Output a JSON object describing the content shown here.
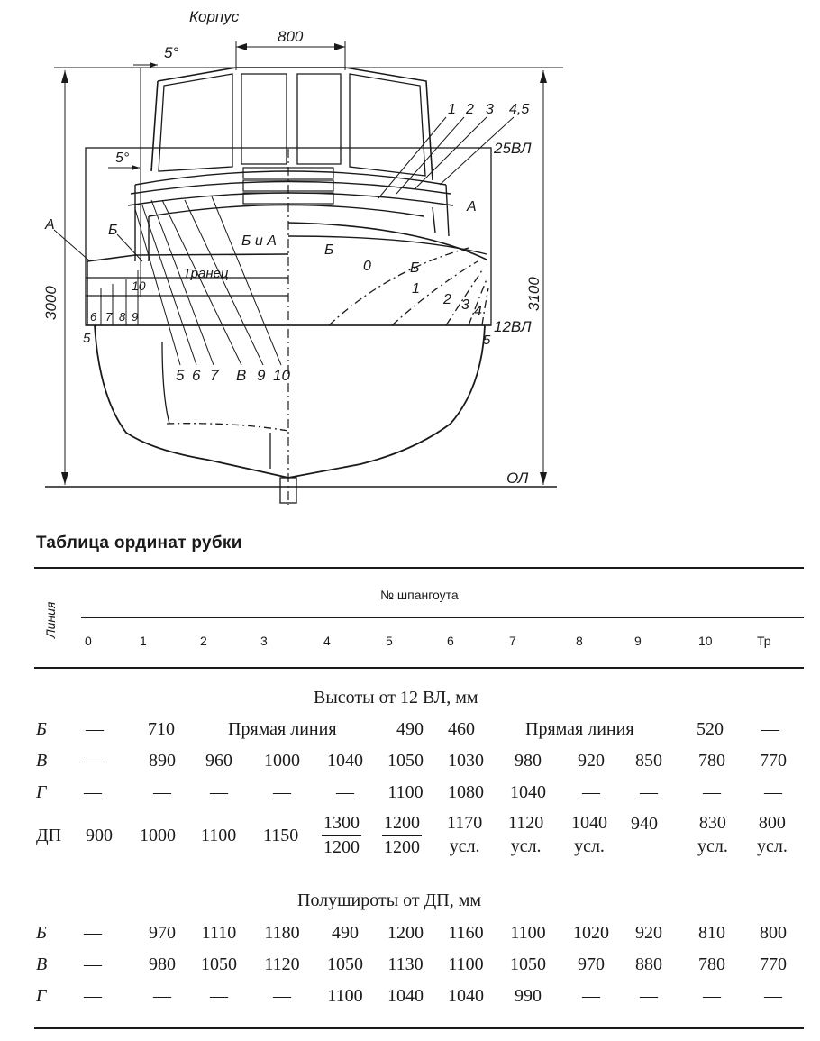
{
  "drawing": {
    "label_korpus": "Корпус",
    "dim_800": "800",
    "angle_top": "5°",
    "angle_mid": "5°",
    "dim_3000": "3000",
    "dim_3100": "3100",
    "wl25": "25ВЛ",
    "wl12": "12ВЛ",
    "ol": "ОЛ",
    "tranets": "Транец",
    "bia": "Б и А",
    "letter_A_left": "А",
    "letter_A_right": "А",
    "letter_B_left": "Б",
    "letter_B_center": "Б",
    "letter_B_right": "Б",
    "leader_top": [
      "1",
      "2",
      "3",
      "4,5"
    ],
    "leader_bottom": [
      "5",
      "6",
      "7",
      "В",
      "9",
      "10"
    ],
    "left_frames": [
      "6",
      "7",
      "8",
      "9"
    ],
    "left_10": "10",
    "left_5": "5",
    "right_5": "5",
    "right_frames": [
      "0",
      "1",
      "2",
      "3",
      "4"
    ]
  },
  "table": {
    "title": "Таблица ординат рубки",
    "col_line": "Линия",
    "col_frame": "№ шпангоута",
    "frames": [
      "0",
      "1",
      "2",
      "3",
      "4",
      "5",
      "6",
      "7",
      "8",
      "9",
      "10",
      "Тр"
    ],
    "section_heights": "Высоты от 12 ВЛ, мм",
    "section_half": "Полушироты от ДП, мм",
    "straight_line": "Прямая линия",
    "heights": {
      "B": {
        "label": "Б",
        "c0": "—",
        "c1": "710",
        "c5": "490",
        "c6": "460",
        "c10": "520",
        "c11": "—"
      },
      "V": {
        "label": "В",
        "cells": [
          "—",
          "890",
          "960",
          "1000",
          "1040",
          "1050",
          "1030",
          "980",
          "920",
          "850",
          "780",
          "770"
        ]
      },
      "G": {
        "label": "Г",
        "cells": [
          "—",
          "—",
          "—",
          "—",
          "—",
          "1100",
          "1080",
          "1040",
          "—",
          "—",
          "—",
          "—"
        ]
      },
      "DP": {
        "label": "ДП",
        "cells": [
          "900",
          "1000",
          "1100",
          "1150"
        ],
        "c4_top": "1300",
        "c4_bot": "1200",
        "c5_top": "1200",
        "c5_bot": "1200",
        "c6_top": "1170",
        "c6_bot": "усл.",
        "c7_top": "1120",
        "c7_bot": "усл.",
        "c8_top": "1040",
        "c8_bot": "усл.",
        "c9": "940",
        "c10_top": "830",
        "c10_bot": "усл.",
        "c11_top": "800",
        "c11_bot": "усл."
      }
    },
    "half": {
      "B": {
        "label": "Б",
        "cells": [
          "—",
          "970",
          "1110",
          "1180",
          "490",
          "1200",
          "1160",
          "1100",
          "1020",
          "920",
          "810",
          "800"
        ]
      },
      "V": {
        "label": "В",
        "cells": [
          "—",
          "980",
          "1050",
          "1120",
          "1050",
          "1130",
          "1100",
          "1050",
          "970",
          "880",
          "780",
          "770"
        ]
      },
      "G": {
        "label": "Г",
        "cells": [
          "—",
          "—",
          "—",
          "—",
          "1100",
          "1040",
          "1040",
          "990",
          "—",
          "—",
          "—",
          "—"
        ]
      }
    }
  }
}
